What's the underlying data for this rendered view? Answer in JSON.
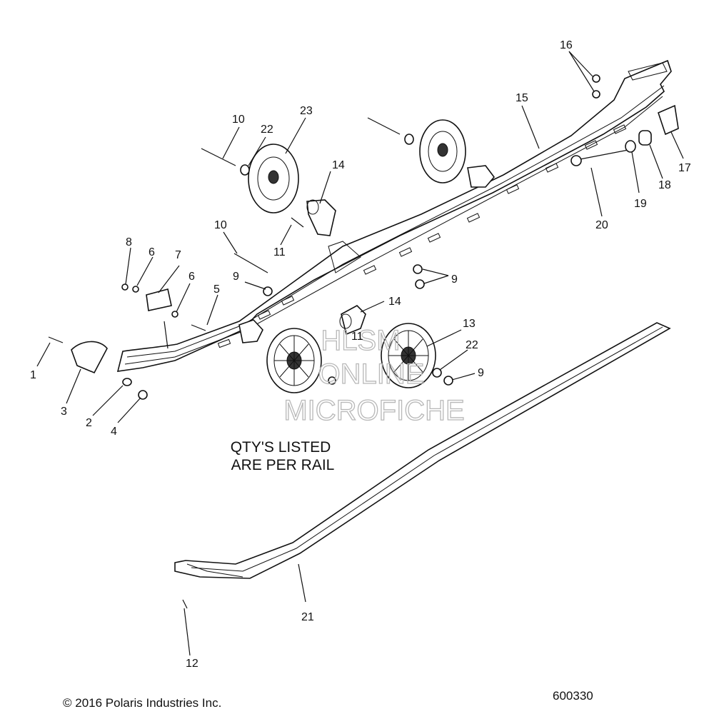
{
  "note": {
    "line1": "QTY'S LISTED",
    "line2": "ARE PER RAIL"
  },
  "watermark": {
    "line1": "HLSM",
    "line2": "ONLINE",
    "line3": "MICROFICHE"
  },
  "copyright": "© 2016 Polaris Industries Inc.",
  "figure_number": "600330",
  "callouts": {
    "c1": "1",
    "c2": "2",
    "c3": "3",
    "c4": "4",
    "c5": "5",
    "c6a": "6",
    "c6b": "6",
    "c7": "7",
    "c8": "8",
    "c9a": "9",
    "c9b": "9",
    "c9c": "9",
    "c10a": "10",
    "c10b": "10",
    "c11a": "11",
    "c11b": "11",
    "c12": "12",
    "c13": "13",
    "c14a": "14",
    "c14b": "14",
    "c15": "15",
    "c16": "16",
    "c17": "17",
    "c18": "18",
    "c19": "19",
    "c20": "20",
    "c21": "21",
    "c22a": "22",
    "c22b": "22",
    "c23": "23"
  },
  "colors": {
    "line": "#111111",
    "watermark": "#b8b8b8",
    "background": "#ffffff"
  }
}
